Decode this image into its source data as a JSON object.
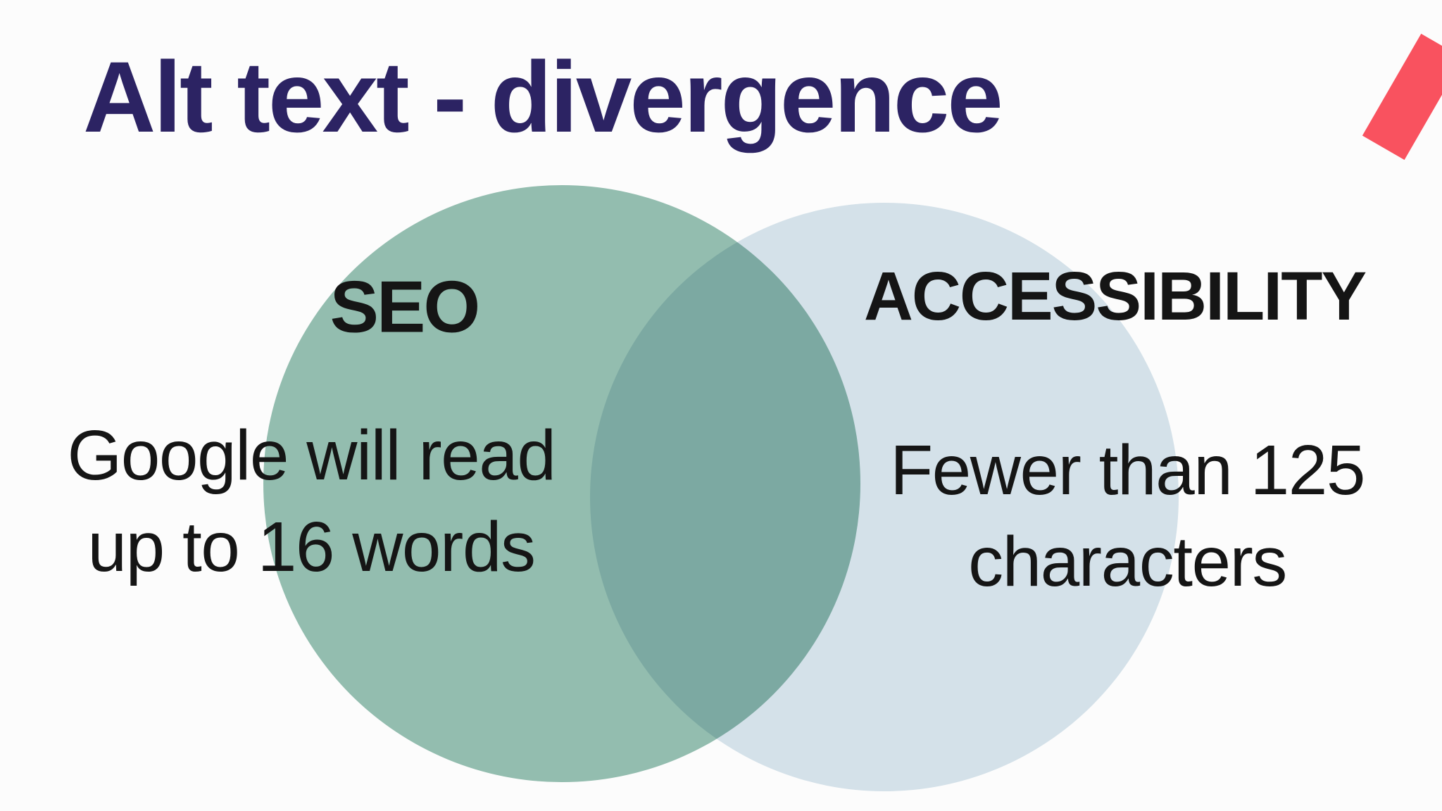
{
  "slide": {
    "title": "Alt text - divergence",
    "background_color": "#fcfcfc",
    "title_color": "#2c2363",
    "accent_shape_color": "#f9525f"
  },
  "venn": {
    "left": {
      "label": "SEO",
      "line1": "Google will read",
      "line2": "up to 16 words",
      "circle_color": "#95bfb1"
    },
    "right": {
      "label": "ACCESSIBILITY",
      "line1": "Fewer than 125",
      "line2": "characters",
      "circle_color": "#d7e4ec"
    },
    "overlap_color": "#7caaa3",
    "text_color": "#151515"
  }
}
